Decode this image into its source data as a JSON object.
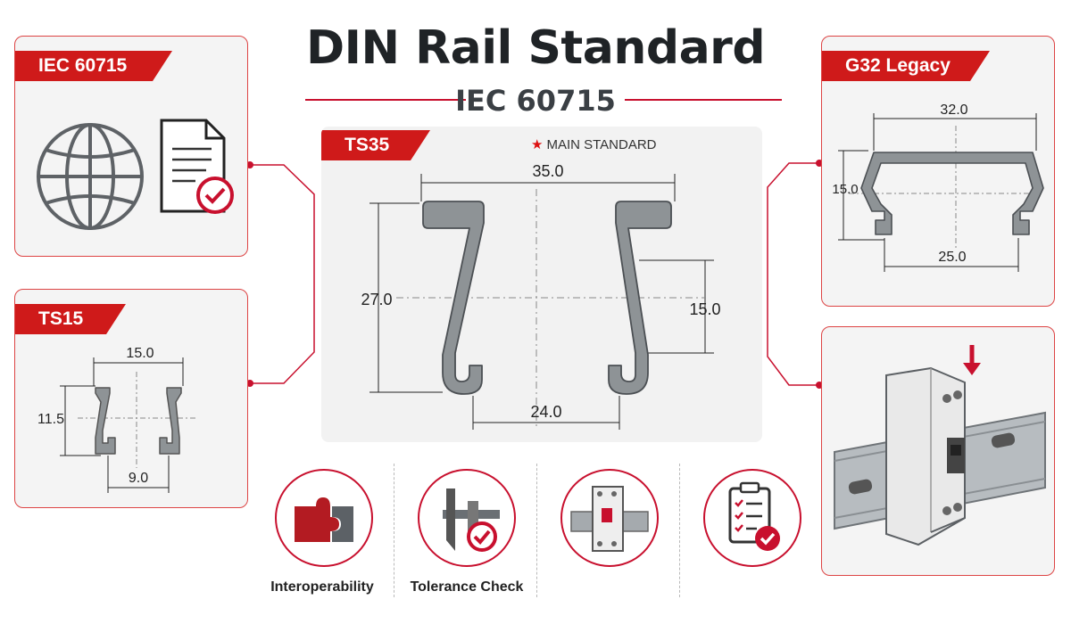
{
  "header": {
    "title": "DIN Rail Standard",
    "subtitle": "IEC 60715"
  },
  "panels": {
    "iec": {
      "tag": "IEC 60715"
    },
    "ts15": {
      "tag": "TS15",
      "width": "15.0",
      "height": "11.5",
      "opening": "9.0"
    },
    "ts35": {
      "tag": "TS35",
      "badge": "MAIN STANDARD",
      "width": "35.0",
      "height": "27.0",
      "depth": "15.0",
      "inner": "24.0"
    },
    "g32": {
      "tag": "G32 Legacy",
      "width": "32.0",
      "height": "15.0",
      "inner": "25.0"
    }
  },
  "features": [
    {
      "label": "Interoperability",
      "icon": "puzzle-icon"
    },
    {
      "label": "Tolerance Check",
      "icon": "caliper-check-icon"
    },
    {
      "label": "",
      "icon": "breaker-rail-icon"
    },
    {
      "label": "",
      "icon": "checklist-icon"
    }
  ],
  "colors": {
    "accent": "#cf1a1a",
    "profile": "#8e9396",
    "panel": "#f4f4f4"
  }
}
